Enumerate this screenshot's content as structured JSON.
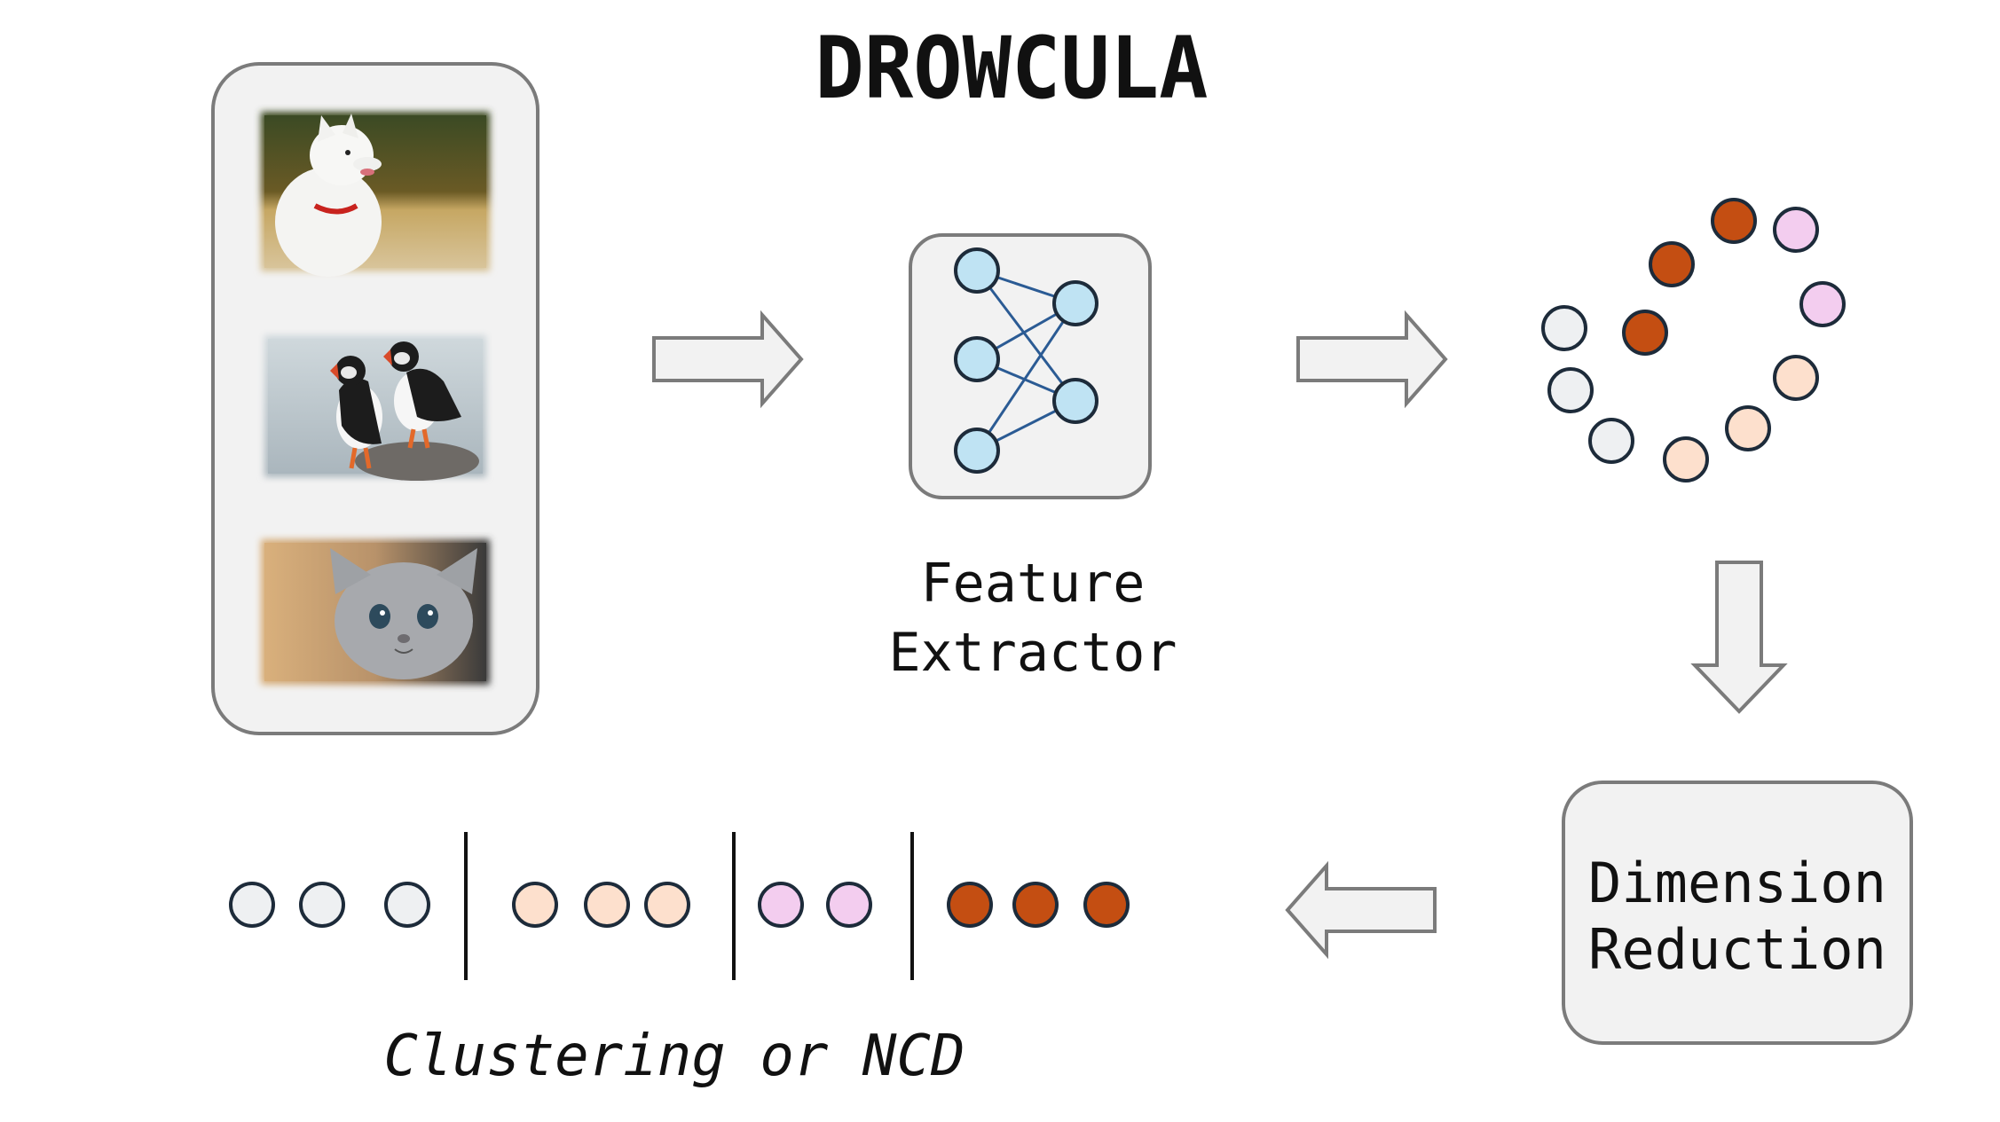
{
  "title": "DROWCULA",
  "feature_extractor": {
    "line1": "Feature",
    "line2": "Extractor"
  },
  "dimension_reduction": {
    "line1": "Dimension",
    "line2": "Reduction"
  },
  "clustering": {
    "label": "Clustering or NCD"
  },
  "images": {
    "items": [
      "dog-photo",
      "puffins-photo",
      "kitten-photo"
    ]
  },
  "icons": {
    "network": "neural-network-icon",
    "arrow_right": "arrow-right-icon",
    "arrow_down": "arrow-down-icon",
    "arrow_left": "arrow-left-icon"
  },
  "colors": {
    "panel_fill": "#f2f2f2",
    "panel_stroke": "#7b7b7b",
    "node_fill": "#bfe3f3",
    "edge": "#2b5b94",
    "cluster_gray": "#eef0f2",
    "cluster_peach": "#fde0cd",
    "cluster_pink": "#f3cdef",
    "cluster_rust": "#c44e12"
  }
}
